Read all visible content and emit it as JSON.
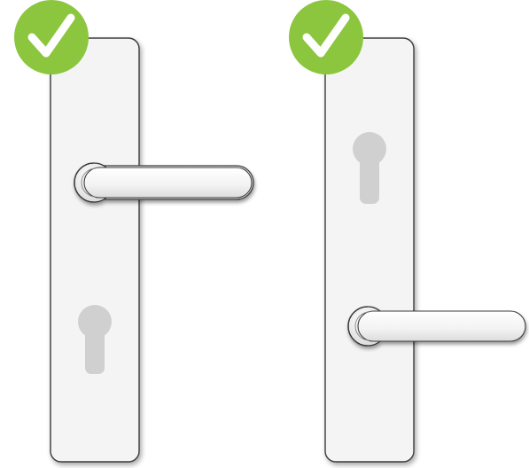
{
  "colors": {
    "background": "#ffffff",
    "plate_fill": "#f4f4f4",
    "plate_stroke": "#3a3a3a",
    "keyhole": "#d0d0d0",
    "handle_fill": "#f7f7f7",
    "handle_stroke": "#3a3a3a",
    "check_badge": "#8cc63f",
    "check_mark": "#ffffff"
  },
  "panels": [
    {
      "id": "left",
      "badge_icon": "checkmark-icon",
      "handle_position": "upper",
      "keyhole_position": "lower"
    },
    {
      "id": "right",
      "badge_icon": "checkmark-icon",
      "handle_position": "lower",
      "keyhole_position": "upper"
    }
  ]
}
